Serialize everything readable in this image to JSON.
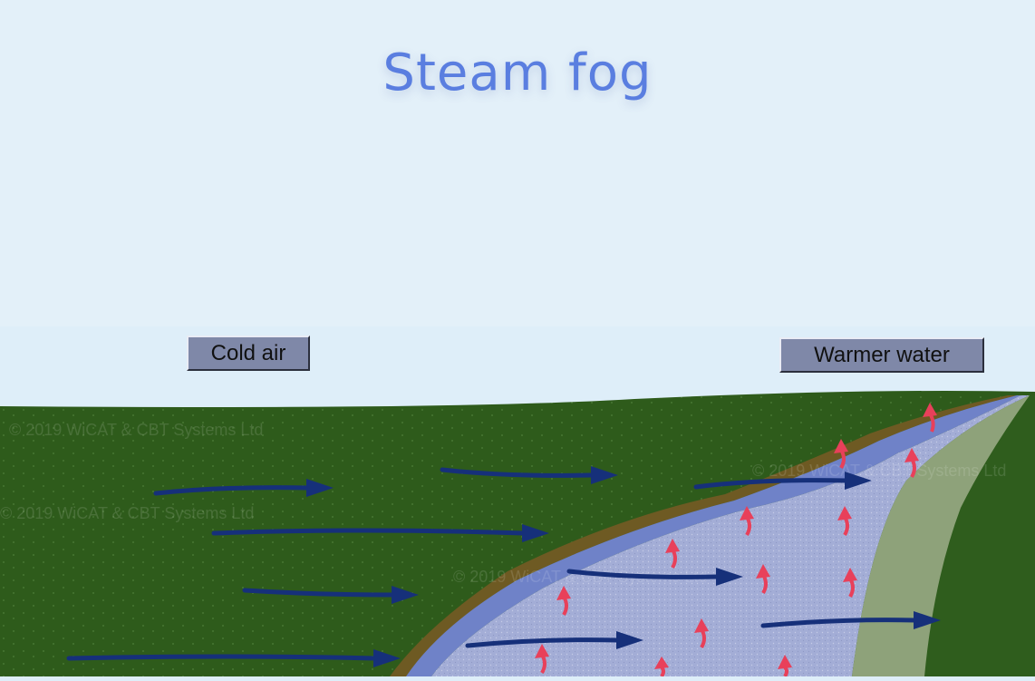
{
  "title": "Steam fog",
  "labels": {
    "cold_air": "Cold air",
    "warmer_water": "Warmer water"
  },
  "watermark": "© 2019 WiCAT & CBT Systems Ltd",
  "colors": {
    "sky": "#deeef9",
    "land": "#2f5e1c",
    "water": "#a4aed8",
    "wind_arrow": "#16307a",
    "rising_vapour_arrow": "#e8405a",
    "title": "#5a7ee0"
  }
}
